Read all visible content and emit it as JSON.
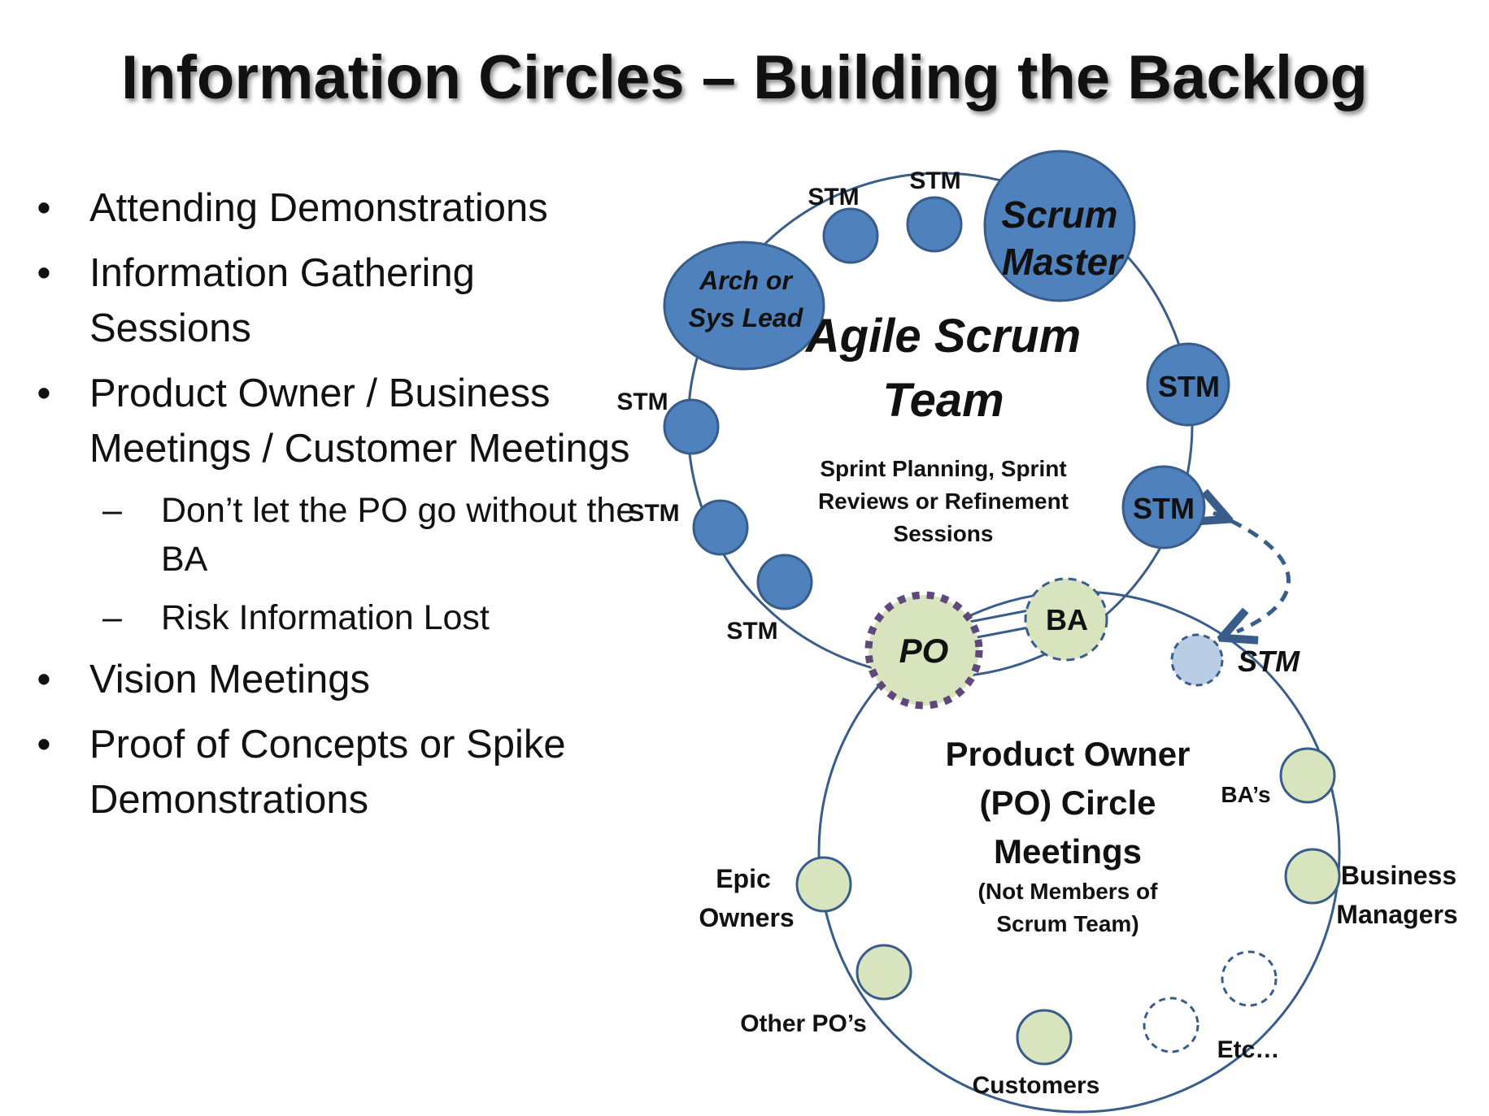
{
  "title": "Information Circles – Building the Backlog",
  "bullets": [
    {
      "text": "Attending Demonstrations"
    },
    {
      "text": "Information Gathering Sessions"
    },
    {
      "text": "Product Owner / Business Meetings / Customer Meetings",
      "sub": [
        "Don’t let the PO go without the BA",
        "Risk Information Lost"
      ]
    },
    {
      "text": "Vision Meetings"
    },
    {
      "text": "Proof of Concepts or Spike Demonstrations"
    }
  ],
  "bullet_mark": "•",
  "sub_mark": "–",
  "scrum_circle": {
    "title_line1": "Agile Scrum",
    "title_line2": "Team",
    "desc_line1": "Sprint Planning,  Sprint",
    "desc_line2": "Reviews or Refinement",
    "desc_line3": "Sessions",
    "scrum_master_line1": "Scrum",
    "scrum_master_line2": "Master",
    "arch_line1": "Arch or",
    "arch_line2": "Sys Lead",
    "stm": "STM"
  },
  "po_circle": {
    "title_line1": "Product Owner",
    "title_line2": "(PO) Circle",
    "title_line3": "Meetings",
    "note_line1": "(Not Members of",
    "note_line2": "Scrum Team)",
    "po": "PO",
    "ba": "BA",
    "stm": "STM",
    "bas": "BA’s",
    "business_line1": "Business",
    "business_line2": "Managers",
    "etc": "Etc…",
    "customers": "Customers",
    "other_pos": "Other PO’s",
    "epic_line1": "Epic",
    "epic_line2": "Owners"
  },
  "colors": {
    "scrum_fill": "#4f81bd",
    "scrum_stroke": "#385d8a",
    "po_fill": "#d7e4bd",
    "po_dots": "#5f497a",
    "dashed_stroke": "#385d8a",
    "light_stm_fill": "#b9cde5",
    "text": "#111111"
  }
}
